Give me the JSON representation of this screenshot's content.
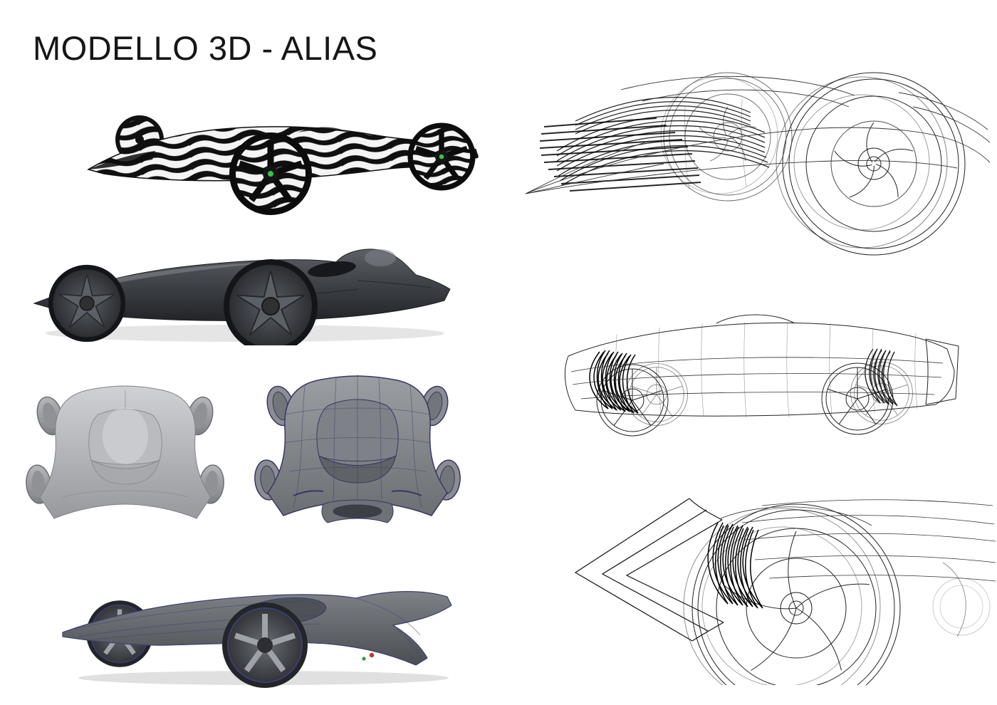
{
  "page": {
    "title": "MODELLO 3D - ALIAS",
    "background_color": "#ffffff",
    "title_color": "#161616"
  },
  "palette": {
    "body_gray_dark": "#3e4146",
    "body_gray_light": "#c7c9cc",
    "wireframe_ink": "#222222",
    "mesh_edge_purple": "#3a3660",
    "edge_navy": "#3d3f6e",
    "hub_dot_green": "#2f9e44",
    "detail_dot_red": "#c0392b",
    "camouflage_black": "#101010",
    "camouflage_white": "#f4f4f4"
  },
  "figures": {
    "zebra": "zebra-camouflage-render",
    "gray_side": "gray-shaded-side-render",
    "top_plain": "top-view-shaded-render",
    "top_mesh": "top-view-mesh-render",
    "perspective": "rear-perspective-mesh-render",
    "wire_front_quarter": "wireframe-front-quarter-view",
    "wire_side": "wireframe-side-view",
    "wire_nose_quarter": "wireframe-nose-quarter-view"
  }
}
